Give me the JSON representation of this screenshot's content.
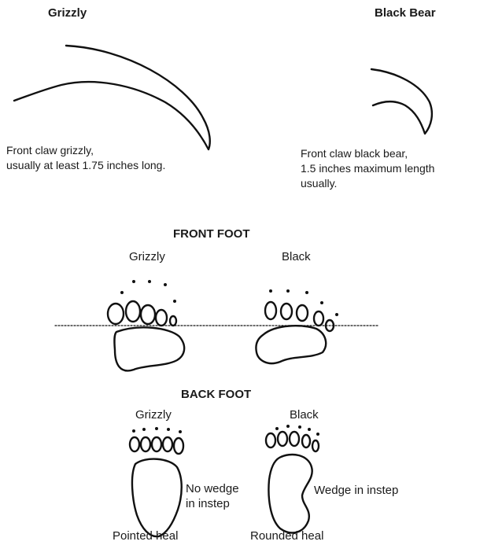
{
  "claws": {
    "grizzly_title": "Grizzly",
    "black_title": "Black Bear",
    "grizzly_caption": [
      "Front claw grizzly,",
      "usually at least 1.75 inches long."
    ],
    "black_caption": [
      "Front claw black bear,",
      "1.5 inches maximum length",
      "usually."
    ]
  },
  "front_foot": {
    "heading": "FRONT FOOT",
    "grizzly_label": "Grizzly",
    "black_label": "Black"
  },
  "back_foot": {
    "heading": "BACK FOOT",
    "grizzly_label": "Grizzly",
    "black_label": "Black",
    "grizzly_note": [
      "No wedge",
      "in instep"
    ],
    "black_note": "Wedge in instep",
    "grizzly_heel": "Pointed heal",
    "black_heel": "Rounded heal"
  }
}
